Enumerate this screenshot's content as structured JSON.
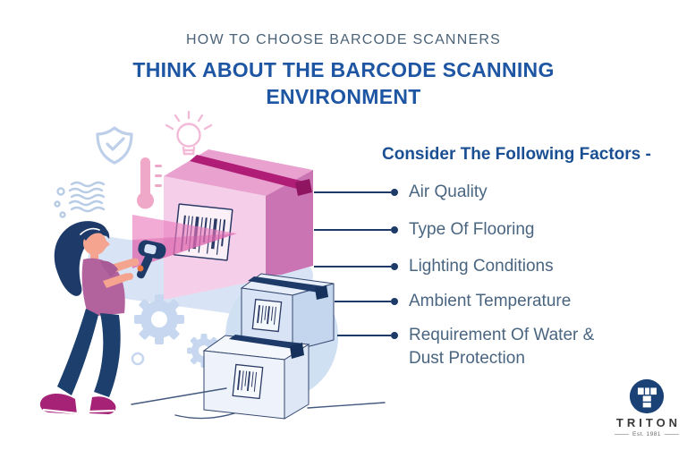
{
  "header": {
    "kicker": "HOW TO CHOOSE BARCODE SCANNERS",
    "title": "THINK ABOUT THE BARCODE SCANNING ENVIRONMENT"
  },
  "factors": {
    "heading": "Consider The Following Factors -",
    "items": [
      {
        "label": "Air Quality"
      },
      {
        "label": "Type Of Flooring"
      },
      {
        "label": "Lighting Conditions"
      },
      {
        "label": "Ambient Temperature"
      },
      {
        "label": "Requirement Of Water & Dust Protection"
      }
    ]
  },
  "logo": {
    "name": "TRITON",
    "tagline": "Est. 1981"
  },
  "illustration": {
    "icons": [
      "shield-check-icon",
      "lightbulb-icon",
      "thermometer-icon",
      "airflow-lines-icon",
      "gear-icon",
      "barcode-scanner-icon",
      "parcel-box",
      "barcode-label",
      "scan-beam"
    ]
  },
  "colors": {
    "heading_blue": "#1e56a3",
    "subheading_blue": "#1b4f93",
    "body_slate": "#4a6580",
    "connector_navy": "#1d3a68",
    "parcel_pink": "#cb74b4",
    "tape_magenta": "#b01d77",
    "accent_light_blue": "#c6d7ef",
    "logo_navy": "#1b4277"
  }
}
